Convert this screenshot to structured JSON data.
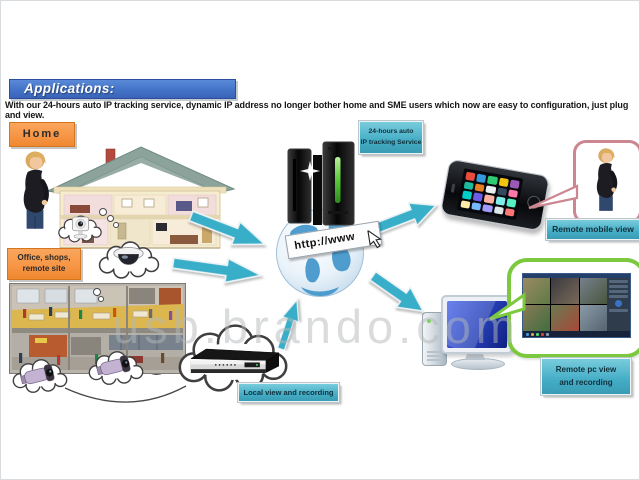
{
  "header": {
    "title": "Applications:",
    "description": "With our 24-hours auto IP tracking service, dynamic IP address no longer bother home and SME users which now are easy to configuration, just plug and view."
  },
  "diagram": {
    "home_label": "Home",
    "office_label_line1": "Office, shops,",
    "office_label_line2": "remote site",
    "service_label_line1": "24-hours auto",
    "service_label_line2": "IP tracking Service",
    "url_banner": "http://www",
    "local_label": "Local view and recording",
    "mobile_label": "Remote mobile view",
    "pc_label_line1": "Remote pc view",
    "pc_label_line2": "and recording"
  },
  "watermark": "usb.brando.com",
  "colors": {
    "title_blue": "#4373c8",
    "label_orange": "#f79646",
    "label_cyan": "#44adc6",
    "arrow_cyan": "#38aec8",
    "bubble_pink": "#cb8691",
    "bubble_green": "#7cc93f",
    "monitor_blue": "#2b46c0",
    "led_green": "#6fd84e"
  },
  "phone_icon_colors": [
    "#e74c3c",
    "#3498db",
    "#2ecc71",
    "#f1c40f",
    "#9b59b6",
    "#1abc9c",
    "#e67e22",
    "#ecf0f1",
    "#34495e",
    "#fd79a8",
    "#00cec9",
    "#6c5ce7",
    "#fab1a0",
    "#81ecec",
    "#55efc4",
    "#ffeaa7",
    "#74b9ff",
    "#a29bfe",
    "#dfe6e9",
    "#ff7675"
  ],
  "pc_screen_cells": [
    [
      "#9a8a62",
      "#5f7a46"
    ],
    [
      "#3a3a40",
      "#7a6a58"
    ],
    [
      "#76808c",
      "#49563e"
    ],
    [
      "#8a7a55",
      "#3f6e3f"
    ],
    [
      "#6a7a52",
      "#a84838"
    ],
    [
      "#8a9aa8",
      "#55646f"
    ]
  ],
  "icon_names": [
    "house-illustration",
    "pregnant-woman-figure",
    "ip-cube-camera-icon",
    "dome-camera-icon",
    "bullet-camera-icon",
    "dvr-recorder-icon",
    "rack-server-icon",
    "globe-icon",
    "mouse-cursor-icon",
    "iphone-icon",
    "desktop-pc-icon",
    "thought-cloud",
    "callout-bubble",
    "connection-arrow"
  ]
}
